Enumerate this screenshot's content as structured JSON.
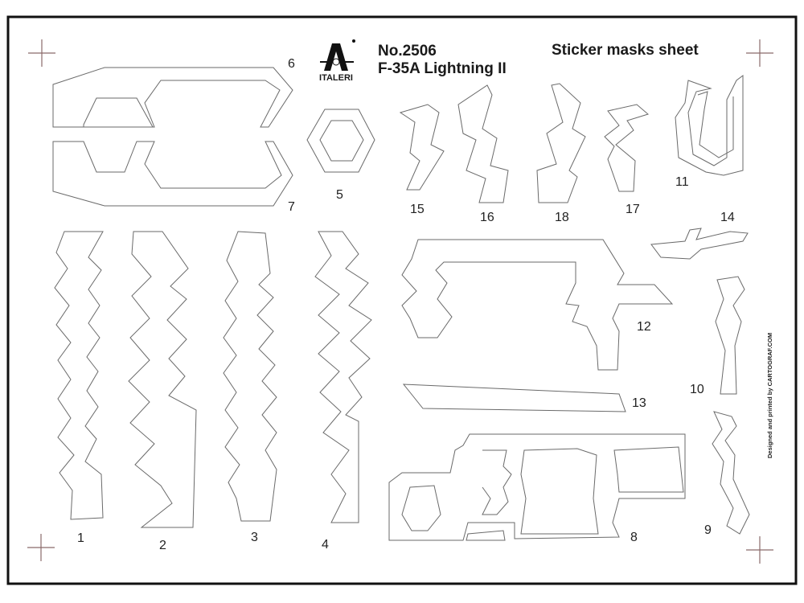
{
  "header": {
    "brand": "ITALERI",
    "kit_number": "No.2506",
    "kit_name": "F-35A Lightning II",
    "sheet_title": "Sticker masks sheet"
  },
  "credit": "Designed and printed by CARTOGRAF.COM",
  "masks": [
    {
      "id": "1",
      "label": "1"
    },
    {
      "id": "2",
      "label": "2"
    },
    {
      "id": "3",
      "label": "3"
    },
    {
      "id": "4",
      "label": "4"
    },
    {
      "id": "5",
      "label": "5"
    },
    {
      "id": "6",
      "label": "6"
    },
    {
      "id": "7",
      "label": "7"
    },
    {
      "id": "8",
      "label": "8"
    },
    {
      "id": "9",
      "label": "9"
    },
    {
      "id": "10",
      "label": "10"
    },
    {
      "id": "11",
      "label": "11"
    },
    {
      "id": "12",
      "label": "12"
    },
    {
      "id": "13",
      "label": "13"
    },
    {
      "id": "14",
      "label": "14"
    },
    {
      "id": "15",
      "label": "15"
    },
    {
      "id": "16",
      "label": "16"
    },
    {
      "id": "17",
      "label": "17"
    },
    {
      "id": "18",
      "label": "18"
    }
  ],
  "colors": {
    "border": "#111111",
    "cut_line": "#6a6a6a",
    "registration": "#8a6a6a"
  }
}
